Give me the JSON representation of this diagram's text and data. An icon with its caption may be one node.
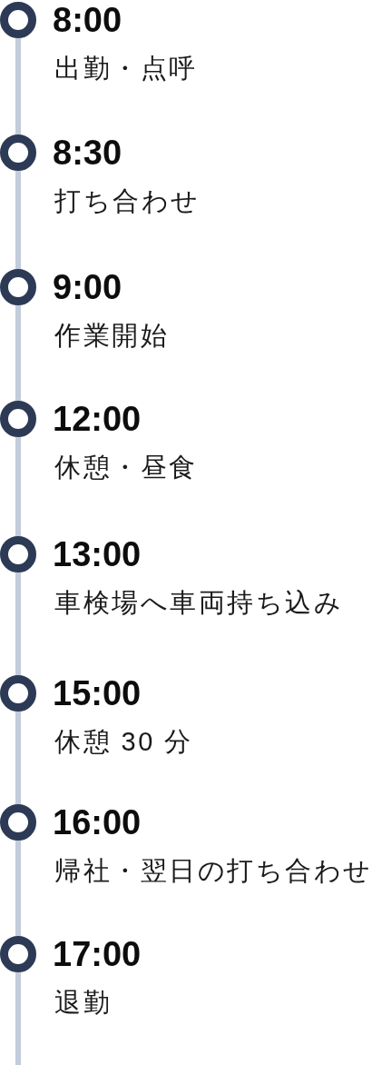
{
  "diagram": {
    "nodes": [
      {
        "text": [],
        "shape": "circle",
        "beside": [
          "8:00",
          "出勤・点呼"
        ]
      },
      {
        "text": [],
        "shape": "circle",
        "beside": [
          "8:30",
          "打ち合わせ"
        ]
      },
      {
        "text": [],
        "shape": "circle",
        "beside": [
          "9:00",
          "作業開始"
        ]
      },
      {
        "text": [],
        "shape": "circle",
        "beside": [
          "12:00",
          "休憩・昼食"
        ]
      },
      {
        "text": [],
        "shape": "circle",
        "beside": [
          "13:00",
          "車検場へ車両持ち込み"
        ]
      },
      {
        "text": [],
        "shape": "circle",
        "beside": [
          "15:00",
          "休憩 30 分"
        ]
      },
      {
        "text": [],
        "shape": "circle",
        "beside": [
          "16:00",
          "帰社・翌日の打ち合わせ"
        ]
      },
      {
        "text": [],
        "shape": "circle",
        "beside": [
          "17:00",
          "退勤"
        ]
      }
    ],
    "edges": [
      {
        "from": 0,
        "to": 1,
        "arrow": "none"
      },
      {
        "from": 1,
        "to": 2,
        "arrow": "none"
      },
      {
        "from": 2,
        "to": 3,
        "arrow": "none"
      },
      {
        "from": 3,
        "to": 4,
        "arrow": "none"
      },
      {
        "from": 4,
        "to": 5,
        "arrow": "none"
      },
      {
        "from": 5,
        "to": 6,
        "arrow": "none"
      },
      {
        "from": 6,
        "to": 7,
        "arrow": "none"
      },
      {
        "from": 7,
        "to": null,
        "arrow": "none"
      }
    ]
  }
}
